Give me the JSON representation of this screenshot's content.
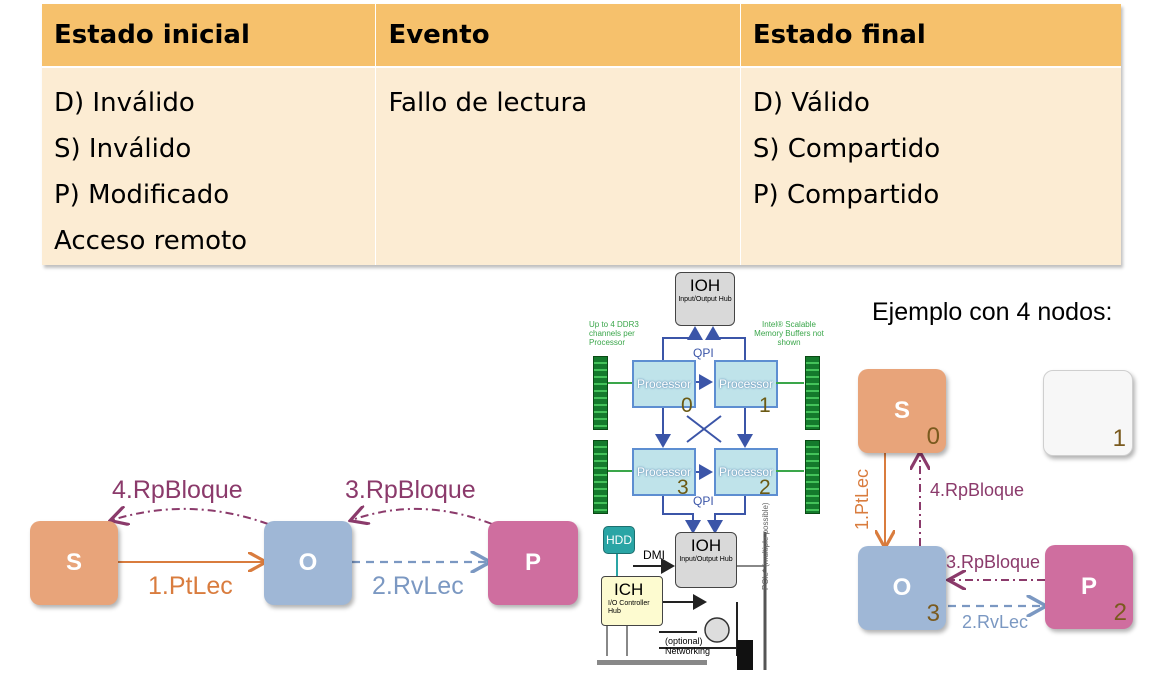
{
  "table": {
    "headers": [
      "Estado inicial",
      "Evento",
      "Estado final"
    ],
    "initial_state": [
      "D) Inválido",
      "S) Inválido",
      "P) Modificado",
      "Acceso remoto"
    ],
    "event": [
      "Fallo de lectura"
    ],
    "final_state": [
      "D) Válido",
      "S) Compartido",
      "P) Compartido"
    ]
  },
  "flow": {
    "nodes": {
      "s": "S",
      "o": "O",
      "p": "P"
    },
    "msg1": "1.PtLec",
    "msg2": "2.RvLec",
    "msg3": "3.RpBloque",
    "msg4": "4.RpBloque"
  },
  "topology": {
    "ioh_top": "IOH",
    "ioh_top_sub": "Input/Output Hub",
    "ddr_note": "Up to 4 DDR3 channels per Processor",
    "smb_note": "Intel® Scalable Memory Buffers not shown",
    "qpi_top": "QPI",
    "qpi_bottom": "QPI",
    "processor": "Processor",
    "proc_nums": [
      "0",
      "1",
      "3",
      "2"
    ],
    "hdd": "HDD",
    "dmi": "DMI",
    "ioh_bottom": "IOH",
    "ioh_bottom_sub": "Input/Output Hub",
    "pcie_note": "PCIe* (multiple possible)",
    "ich": "ICH",
    "ich_sub": "I/O Controller Hub",
    "networking": "(optional) Networking"
  },
  "example": {
    "title": "Ejemplo con 4 nodos:",
    "node_s": "S",
    "node_o": "O",
    "node_p": "P",
    "num_s": "0",
    "num_empty": "1",
    "num_p": "2",
    "num_o": "3",
    "msg1": "1.PtLec",
    "msg2": "2.RvLec",
    "msg3": "3.RpBloque",
    "msg4": "4.RpBloque"
  },
  "colors": {
    "header": "#f6c16c",
    "body": "#fcecd3",
    "s": "#e8a47a",
    "o": "#9fb7d6",
    "p": "#cf6e9f",
    "orange": "#d97c3e",
    "blue": "#7b98c2",
    "purple": "#8b3a6b"
  }
}
